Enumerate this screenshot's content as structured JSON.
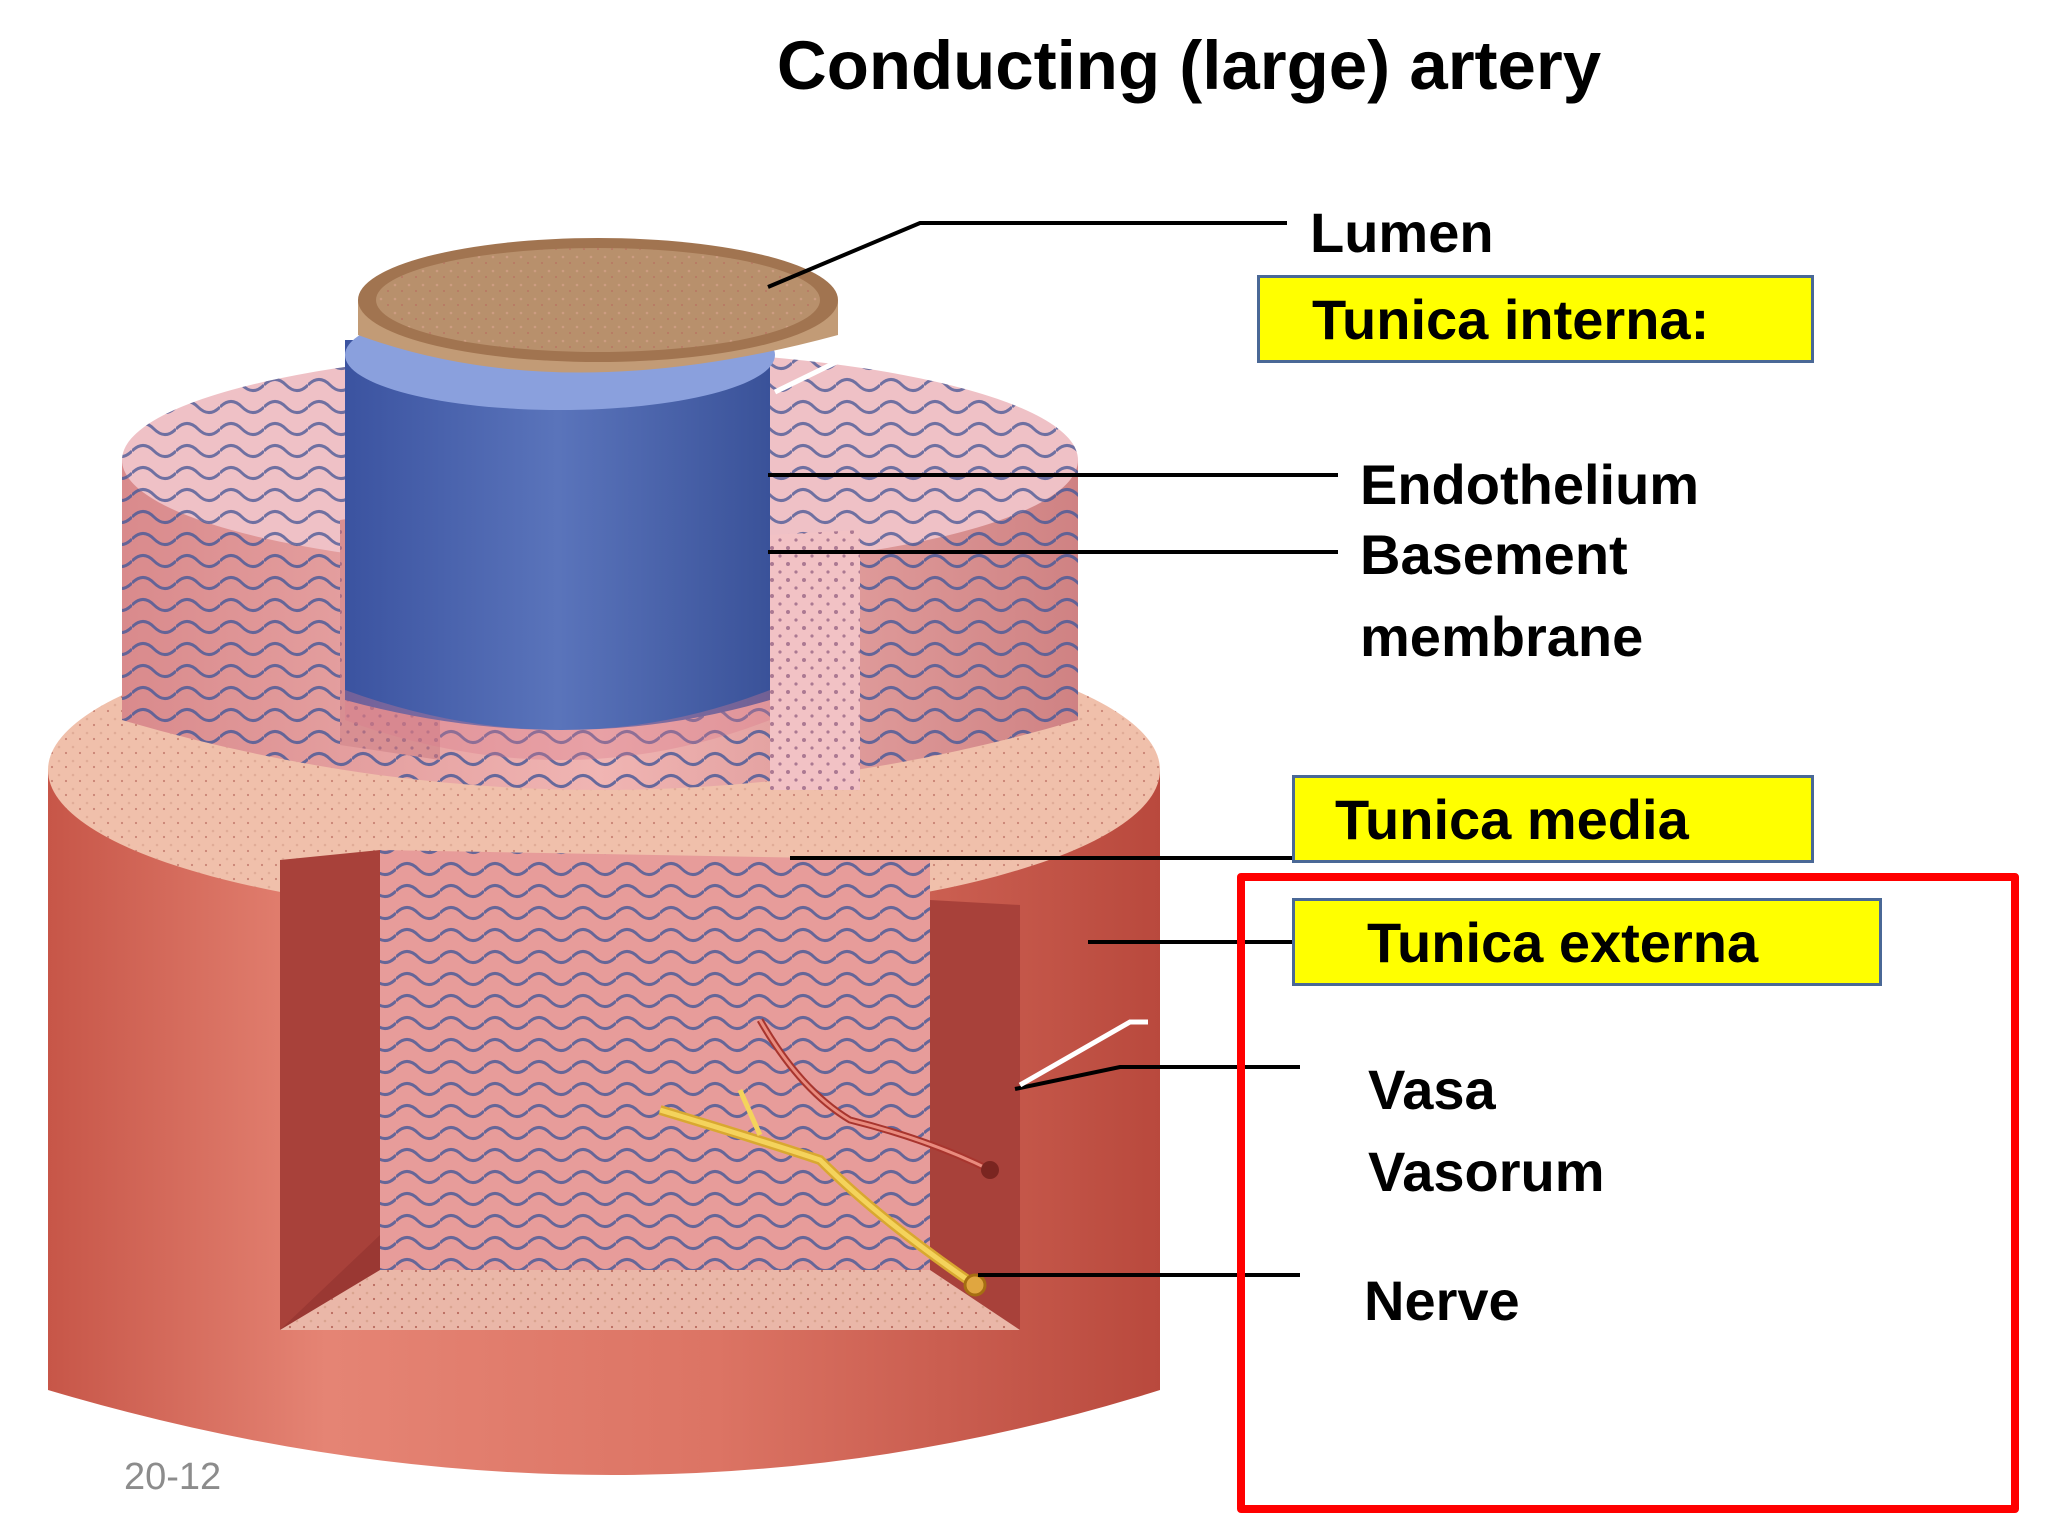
{
  "title": "Conducting (large) artery",
  "labels": {
    "lumen": "Lumen",
    "tunica_interna": "Tunica interna:",
    "endothelium": "Endothelium",
    "basement_membrane_1": "Basement",
    "basement_membrane_2": "membrane",
    "tunica_media": "Tunica media",
    "tunica_externa": "Tunica externa",
    "vasa_vasorum_1": "Vasa",
    "vasa_vasorum_2": "Vasorum",
    "nerve": "Nerve"
  },
  "slide_number": "20-12",
  "colors": {
    "highlight": "#ffff00",
    "highlight_border": "#4a6896",
    "callout_border": "#ff0000",
    "externa": "#d86a5c",
    "media": "#e9a3a3",
    "interna": "#4a62a8",
    "lumen": "#c49a74"
  }
}
